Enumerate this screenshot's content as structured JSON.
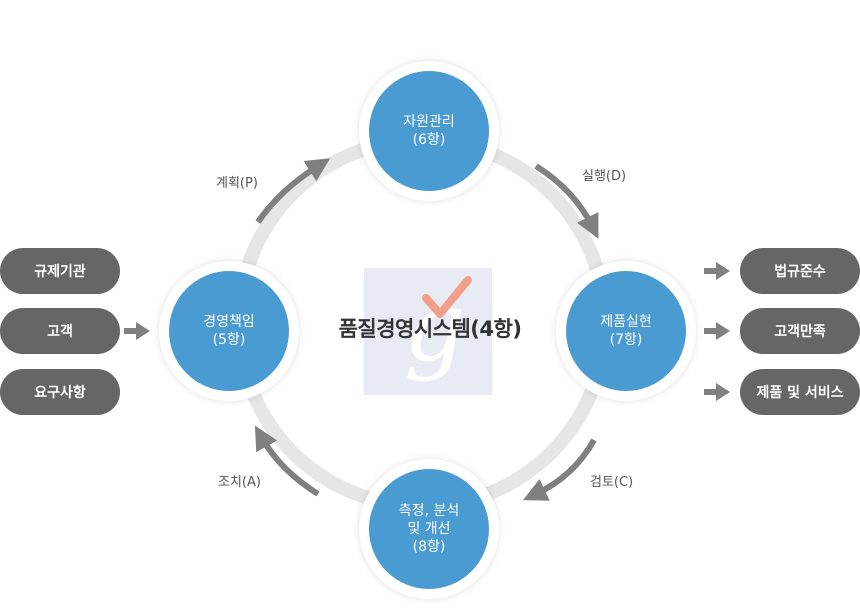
{
  "diagram": {
    "title": "품질경영시스템(4항)",
    "nodes": {
      "resource": {
        "line1": "자원관리",
        "line2": "(6항)"
      },
      "management": {
        "line1": "경영책임",
        "line2": "(5항)"
      },
      "product": {
        "line1": "제품실현",
        "line2": "(7항)"
      },
      "measure": {
        "line1": "측정, 분석",
        "line2": "및 개선",
        "line3": "(8항)"
      }
    },
    "cycle": {
      "plan": "계획(P)",
      "do": "실행(D)",
      "check": "검토(C)",
      "act": "조치(A)"
    },
    "inputs": [
      "규제기관",
      "고객",
      "요구사항"
    ],
    "outputs": [
      "법규준수",
      "고객만족",
      "제품 및 서비스"
    ]
  },
  "colors": {
    "node_blue": "#4a9bd1",
    "arrow_gray": "#808080",
    "pill_gray": "#666666",
    "ring_gray": "#e6e6e6",
    "logo_check": "#f0a08a"
  }
}
